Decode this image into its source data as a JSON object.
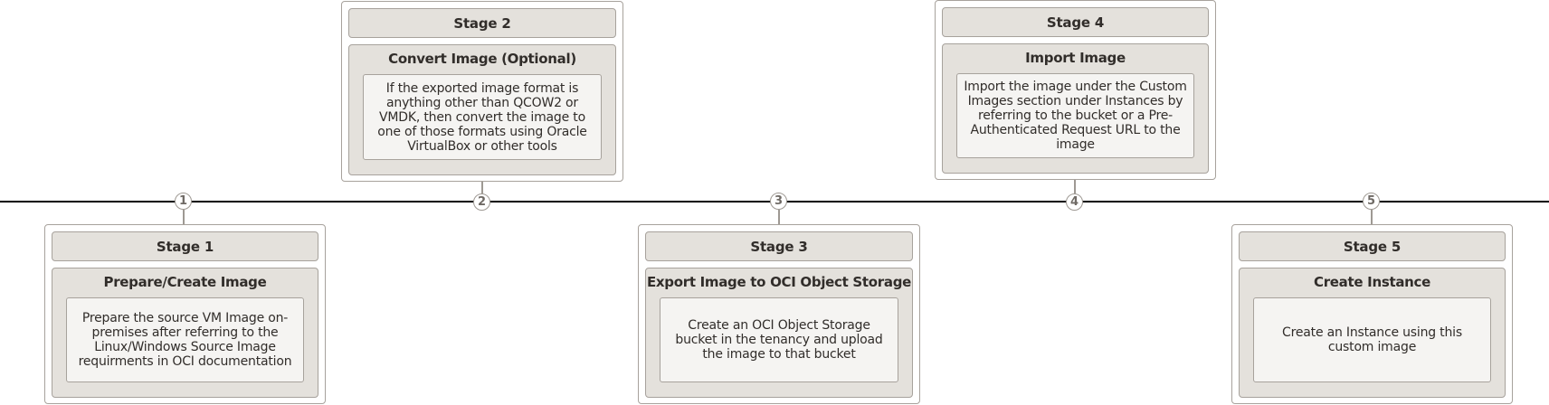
{
  "diagram": {
    "type": "timeline",
    "stages": [
      {
        "number": "1",
        "label": "Stage 1",
        "title": "Prepare/Create Image",
        "description": "Prepare the source VM Image on-premises after referring to the Linux/Windows Source Image requirments in OCI documentation",
        "position": "below"
      },
      {
        "number": "2",
        "label": "Stage 2",
        "title": "Convert Image (Optional)",
        "description": "If the exported image format is anything other than QCOW2 or VMDK, then convert the image to one of those formats using Oracle VirtualBox or other tools",
        "position": "above"
      },
      {
        "number": "3",
        "label": "Stage 3",
        "title": "Export Image to OCI Object Storage",
        "description": "Create an OCI Object Storage bucket in the tenancy and upload the image to that bucket",
        "position": "below"
      },
      {
        "number": "4",
        "label": "Stage 4",
        "title": "Import Image",
        "description": "Import the image under the Custom Images section under Instances by referring to the bucket or a Pre-Authenticated Request URL to the image",
        "position": "above"
      },
      {
        "number": "5",
        "label": "Stage 5",
        "title": "Create Instance",
        "description": "Create an Instance using this custom image",
        "position": "below"
      }
    ],
    "colors": {
      "line": "#000000",
      "border": "#a7a29c",
      "header_bg": "#e4e1dc",
      "desc_bg": "#f5f4f2",
      "text": "#312d2a"
    }
  }
}
